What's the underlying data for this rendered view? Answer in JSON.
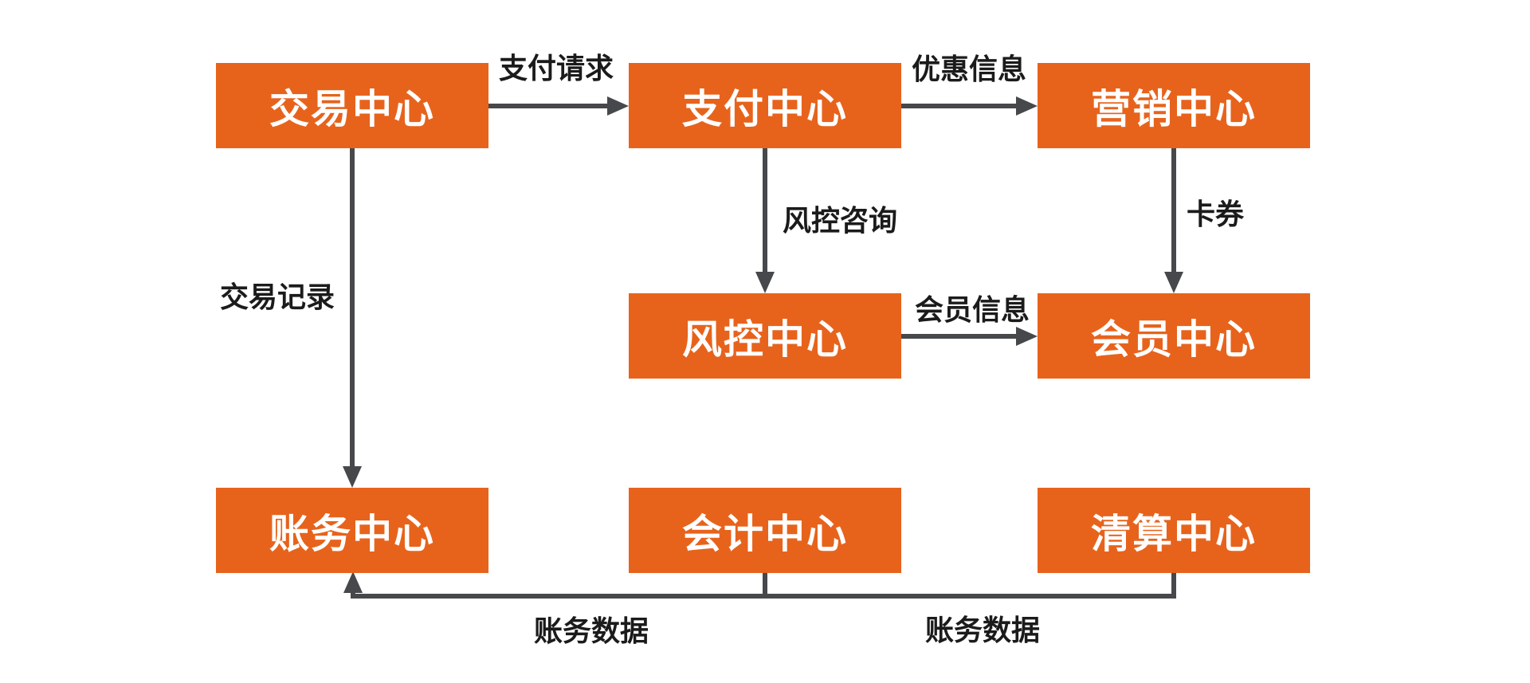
{
  "colors": {
    "node_fill": "#E7631C",
    "node_text": "#FFFFFF",
    "connector": "#46484B",
    "edge_label_text": "#1B1B1B",
    "background": "#FFFFFF"
  },
  "nodes": [
    {
      "id": "trade-center",
      "label": "交易中心"
    },
    {
      "id": "payment-center",
      "label": "支付中心"
    },
    {
      "id": "marketing-center",
      "label": "营销中心"
    },
    {
      "id": "risk-control-center",
      "label": "风控中心"
    },
    {
      "id": "member-center",
      "label": "会员中心"
    },
    {
      "id": "accounting-center",
      "label": "账务中心"
    },
    {
      "id": "bookkeeping-center",
      "label": "会计中心"
    },
    {
      "id": "clearing-center",
      "label": "清算中心"
    }
  ],
  "edges": [
    {
      "from": "交易中心",
      "to": "支付中心",
      "label": "支付请求",
      "direction": "right"
    },
    {
      "from": "支付中心",
      "to": "营销中心",
      "label": "优惠信息",
      "direction": "right"
    },
    {
      "from": "支付中心",
      "to": "风控中心",
      "label": "风控咨询",
      "direction": "down"
    },
    {
      "from": "营销中心",
      "to": "会员中心",
      "label": "卡券",
      "direction": "down"
    },
    {
      "from": "风控中心",
      "to": "会员中心",
      "label": "会员信息",
      "direction": "right"
    },
    {
      "from": "交易中心",
      "to": "账务中心",
      "label": "交易记录",
      "direction": "down"
    },
    {
      "from": "会计中心",
      "to": "账务中心",
      "label": "账务数据",
      "direction": "down-left-up"
    },
    {
      "from": "清算中心",
      "to": "账务中心",
      "label": "账务数据",
      "direction": "down-left-up"
    }
  ]
}
